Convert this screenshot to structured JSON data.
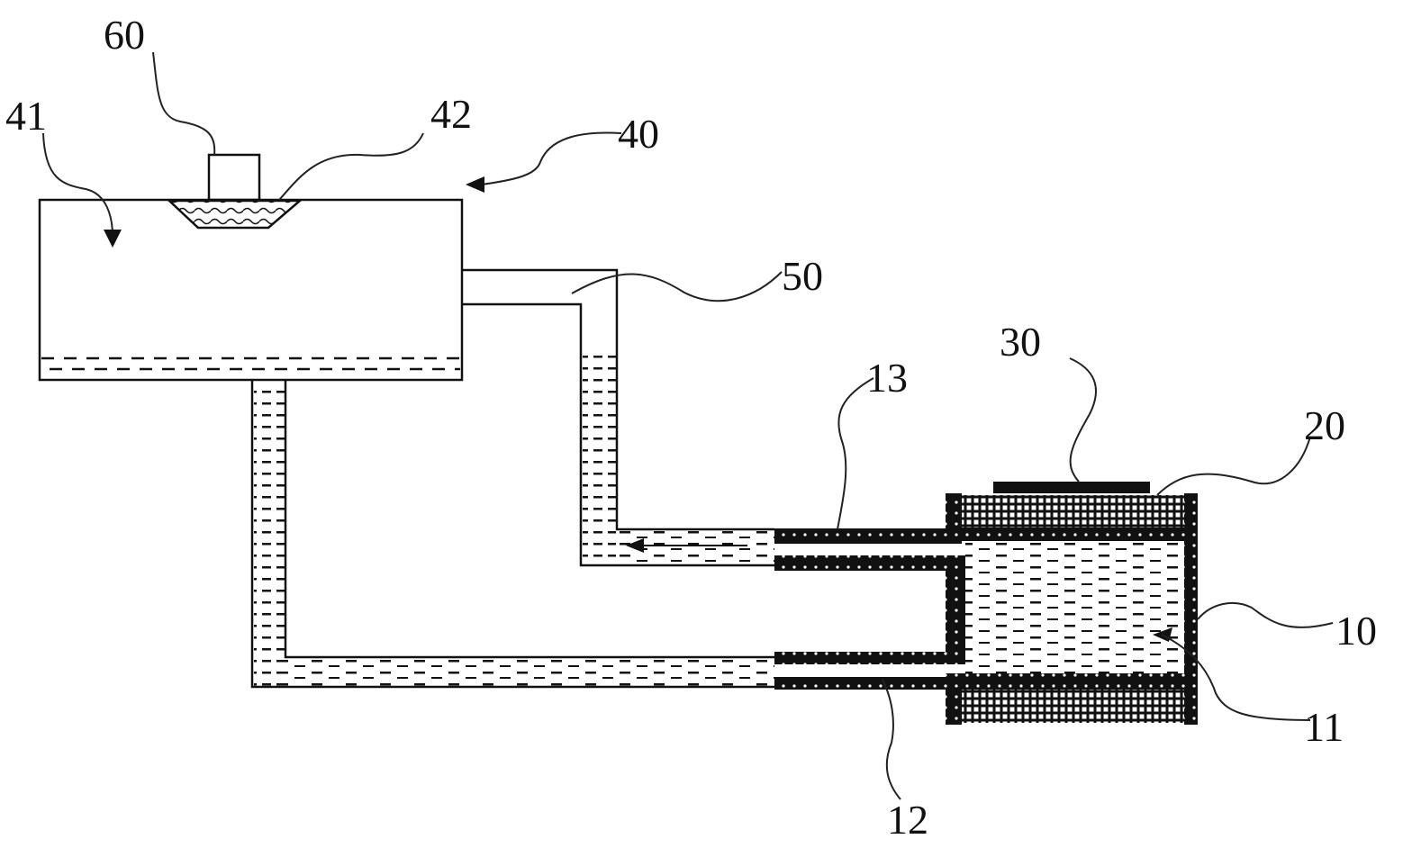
{
  "figure": {
    "labels": {
      "sensor": "60",
      "tank_cavity": "41",
      "filter": "42",
      "reservoir": "40",
      "return_pipe": "50",
      "electrode": "30",
      "outlet_tube": "13",
      "housing": "20",
      "chamber": "10",
      "liquid": "11",
      "inlet_tube": "12"
    }
  }
}
